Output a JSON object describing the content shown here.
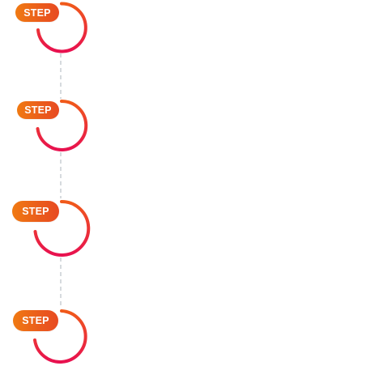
{
  "steps": [
    {
      "label": "STEP"
    },
    {
      "label": "STEP"
    },
    {
      "label": "STEP"
    },
    {
      "label": "STEP"
    }
  ],
  "colors": {
    "pill_start": "#f07a12",
    "pill_end": "#e84a22",
    "arc_start": "#f05a1a",
    "arc_end": "#e8114f",
    "connector": "#c9cdd4"
  },
  "icons": [
    "step-ring-icon"
  ]
}
